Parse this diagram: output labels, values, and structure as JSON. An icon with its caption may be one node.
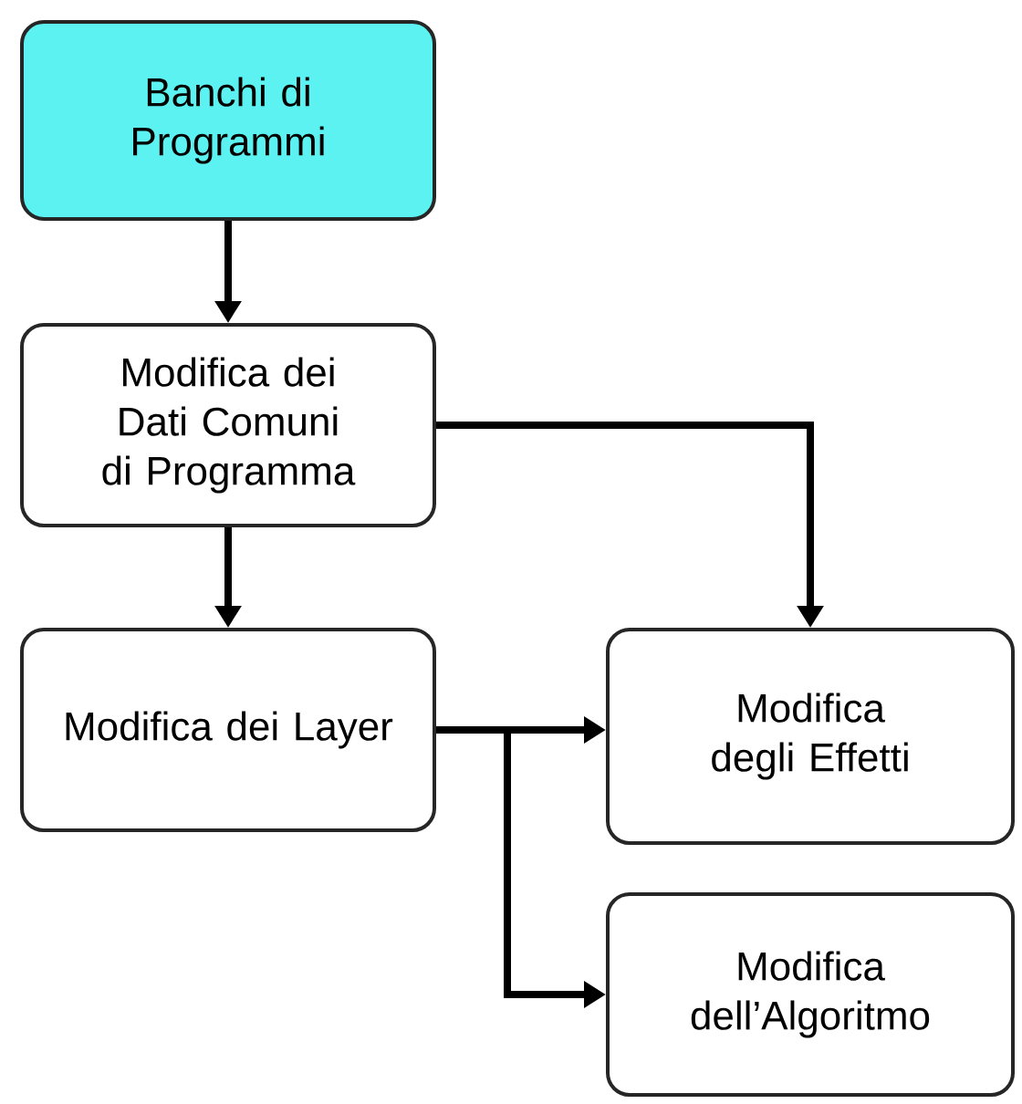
{
  "diagram": {
    "nodes": [
      {
        "text": [
          "Banchi di Programmi"
        ]
      },
      {
        "text": [
          "Modifica dei Dati Comuni di Programma"
        ]
      },
      {
        "text": [
          "Modifica dei Layer"
        ]
      },
      {
        "text": [
          "Modifica degli Effetti"
        ]
      },
      {
        "text": [
          "Modifica dell’Algoritmo"
        ]
      }
    ],
    "edges": [
      {
        "from": 0,
        "to": 1,
        "arrow": "to"
      },
      {
        "from": 1,
        "to": 2,
        "arrow": "to"
      },
      {
        "from": 1,
        "to": 3,
        "arrow": "to"
      },
      {
        "from": 2,
        "to": 3,
        "arrow": "to"
      },
      {
        "from": 2,
        "to": 4,
        "arrow": "to"
      }
    ]
  }
}
